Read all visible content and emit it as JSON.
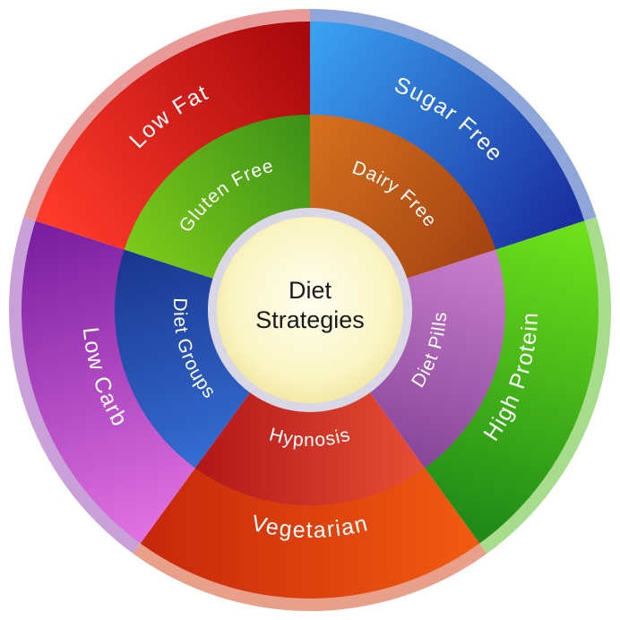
{
  "center": {
    "lines": [
      "Diet",
      "Strategies"
    ]
  },
  "outer_ring": [
    {
      "label": "Sugar Free",
      "color_light": "#3aa0f0",
      "color_dark": "#1a2fa0",
      "rim": "#8fa6d8"
    },
    {
      "label": "High Protein",
      "color_light": "#6ee01a",
      "color_dark": "#1f8a18",
      "rim": "#a6dc8c"
    },
    {
      "label": "Vegetarian",
      "color_light": "#f05a10",
      "color_dark": "#c8280a",
      "rim": "#e8a08a"
    },
    {
      "label": "Low Carb",
      "color_light": "#e070e0",
      "color_dark": "#7a1fa0",
      "rim": "#c9a0d8"
    },
    {
      "label": "Low Fat",
      "color_light": "#ff3a2a",
      "color_dark": "#a8080c",
      "rim": "#e89a98"
    }
  ],
  "inner_ring": [
    {
      "label": "Dairy Free",
      "color_light": "#e07a20",
      "color_dark": "#9a3a10"
    },
    {
      "label": "Diet Pills",
      "color_light": "#d68ad6",
      "color_dark": "#7a3a90"
    },
    {
      "label": "Hypnosis",
      "color_light": "#f05a3a",
      "color_dark": "#a80c12"
    },
    {
      "label": "Diet Groups",
      "color_light": "#3a78e0",
      "color_dark": "#142a80"
    },
    {
      "label": "Gluten Free",
      "color_light": "#8ad61a",
      "color_dark": "#2e8418"
    }
  ]
}
